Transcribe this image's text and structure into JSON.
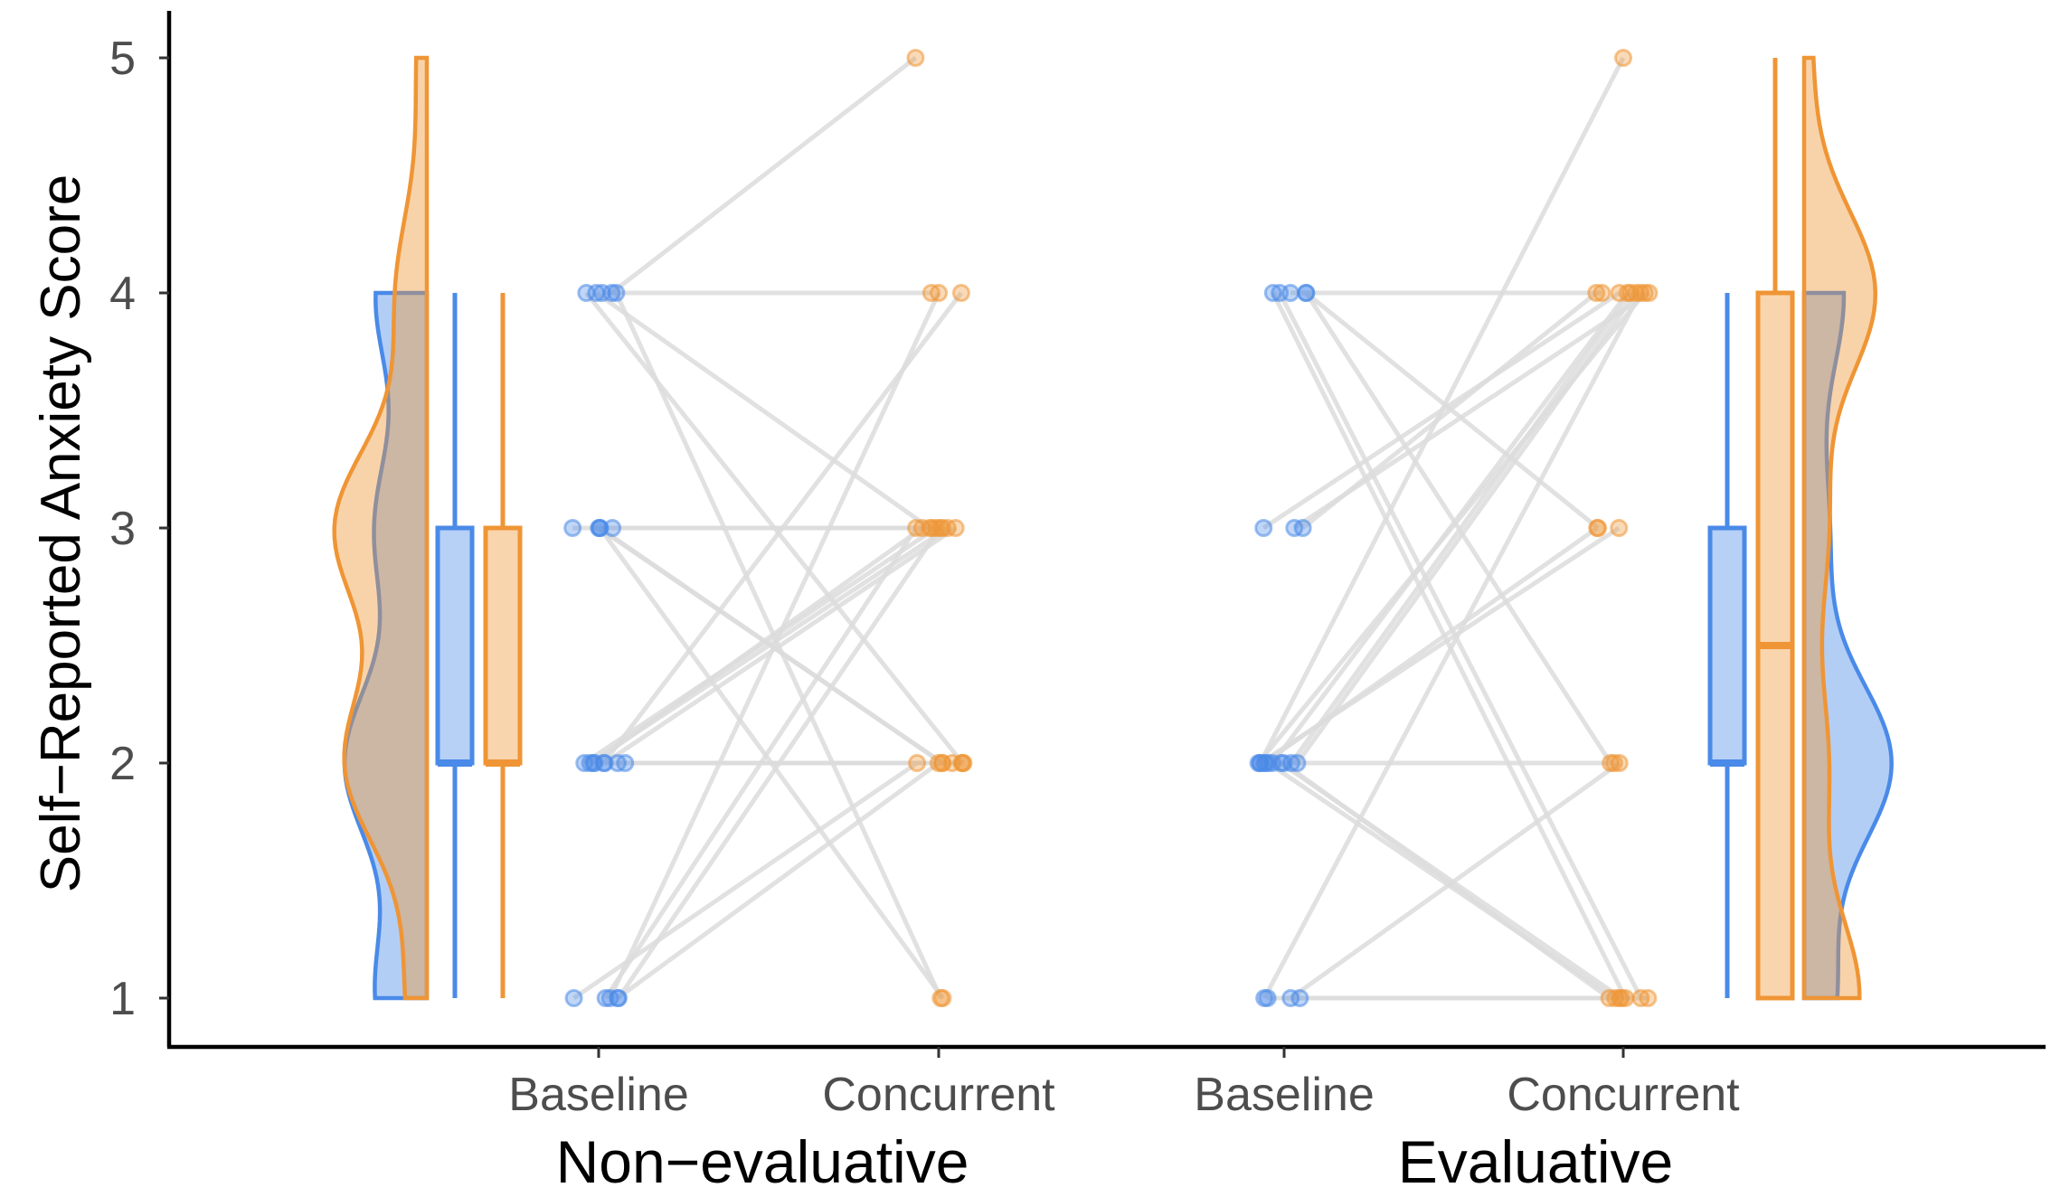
{
  "chart_data": {
    "type": "raincloud",
    "title": "",
    "ylabel": "Self−Reported Anxiety Score",
    "xlabel": "",
    "ylim": [
      0.8,
      5.2
    ],
    "y_ticks": [
      1,
      2,
      3,
      4,
      5
    ],
    "grid": false,
    "legend": "none",
    "colors": {
      "baseline": "#4a8ae8",
      "concurrent": "#ef9535",
      "line": "#dcdcdc"
    },
    "groups": [
      {
        "name": "Non−evaluative",
        "conditions": [
          "Baseline",
          "Concurrent"
        ],
        "pairs": [
          [
            4,
            5
          ],
          [
            4,
            4
          ],
          [
            4,
            3
          ],
          [
            4,
            2
          ],
          [
            4,
            1
          ],
          [
            3,
            3
          ],
          [
            3,
            2
          ],
          [
            3,
            1
          ],
          [
            3,
            2
          ],
          [
            3,
            3
          ],
          [
            2,
            4
          ],
          [
            2,
            3
          ],
          [
            2,
            3
          ],
          [
            2,
            2
          ],
          [
            2,
            3
          ],
          [
            2,
            2
          ],
          [
            2,
            3
          ],
          [
            2,
            2
          ],
          [
            1,
            4
          ],
          [
            1,
            3
          ],
          [
            1,
            2
          ],
          [
            1,
            2
          ],
          [
            1,
            3
          ]
        ],
        "boxplots": {
          "Baseline": {
            "min": 1,
            "q1": 2,
            "median": 2,
            "q3": 3,
            "max": 4
          },
          "Concurrent": {
            "min": 1,
            "q1": 2,
            "median": 2,
            "q3": 3,
            "max": 4
          }
        },
        "density_side": "left"
      },
      {
        "name": "Evaluative",
        "conditions": [
          "Baseline",
          "Concurrent"
        ],
        "pairs": [
          [
            4,
            1
          ],
          [
            4,
            1
          ],
          [
            4,
            3
          ],
          [
            4,
            4
          ],
          [
            4,
            2
          ],
          [
            3,
            4
          ],
          [
            3,
            4
          ],
          [
            3,
            4
          ],
          [
            2,
            5
          ],
          [
            2,
            4
          ],
          [
            2,
            4
          ],
          [
            2,
            4
          ],
          [
            2,
            3
          ],
          [
            2,
            3
          ],
          [
            2,
            1
          ],
          [
            2,
            1
          ],
          [
            2,
            1
          ],
          [
            2,
            2
          ],
          [
            2,
            4
          ],
          [
            1,
            4
          ],
          [
            1,
            2
          ],
          [
            1,
            1
          ],
          [
            1,
            1
          ]
        ],
        "boxplots": {
          "Baseline": {
            "min": 1,
            "q1": 2,
            "median": 2,
            "q3": 3,
            "max": 4
          },
          "Concurrent": {
            "min": 1,
            "q1": 1,
            "median": 2.5,
            "q3": 4,
            "max": 5
          }
        },
        "density_side": "right"
      }
    ]
  }
}
